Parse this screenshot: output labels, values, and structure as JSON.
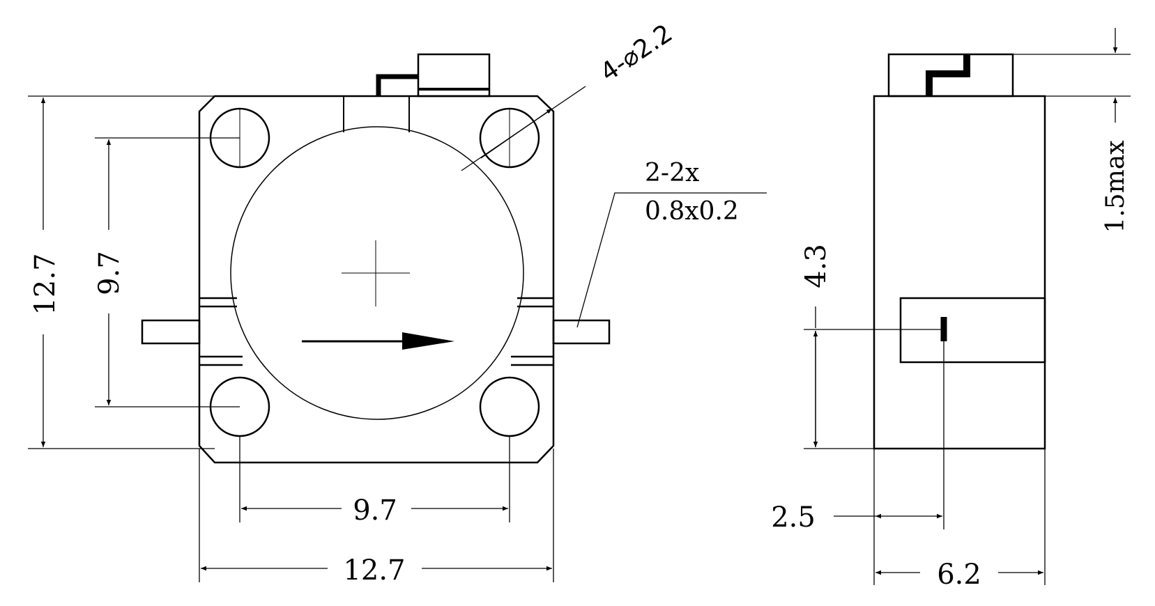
{
  "front_view": {
    "height_dim": "12.7",
    "hole_spacing_vertical_dim": "9.7",
    "hole_spacing_horizontal_dim": "9.7",
    "width_dim": "12.7",
    "hole_callout": "4-⌀2.2",
    "pin_callout_line1": "2-2x",
    "pin_callout_line2": "0.8x0.2"
  },
  "side_view": {
    "top_thickness_dim": "1.5max",
    "pin_height_dim": "4.3",
    "pin_offset_dim": "2.5",
    "depth_dim": "6.2"
  }
}
